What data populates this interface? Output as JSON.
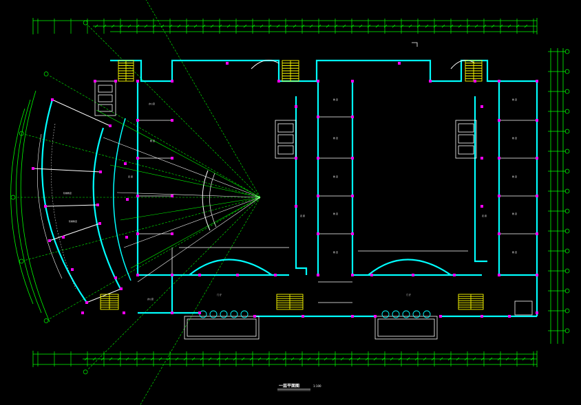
{
  "drawing": {
    "title": "一层平面图",
    "scale": "1:100"
  },
  "rooms": [
    {
      "id": "r1",
      "label": "教 室"
    },
    {
      "id": "r2",
      "label": "教 室"
    },
    {
      "id": "r3",
      "label": "教 室"
    },
    {
      "id": "r4",
      "label": "教 室"
    },
    {
      "id": "r5",
      "label": "教 室"
    },
    {
      "id": "r6",
      "label": "教 室"
    },
    {
      "id": "r7",
      "label": "教 室"
    },
    {
      "id": "r8",
      "label": "教 室"
    },
    {
      "id": "r9",
      "label": "教 室"
    },
    {
      "id": "r10",
      "label": "教 室"
    },
    {
      "id": "r11",
      "label": "教 室"
    },
    {
      "id": "r12",
      "label": "走 廊"
    },
    {
      "id": "r13",
      "label": "走 廊"
    },
    {
      "id": "r14",
      "label": "走 廊"
    },
    {
      "id": "r15",
      "label": "门 厅"
    },
    {
      "id": "r16",
      "label": "门 厅"
    },
    {
      "id": "r17",
      "label": "阶梯教室"
    },
    {
      "id": "r18",
      "label": "阶梯教室"
    },
    {
      "id": "r19",
      "label": "办公室"
    },
    {
      "id": "r20",
      "label": "办公室"
    }
  ],
  "colors": {
    "wall": "#00ffff",
    "dimension": "#00ff00",
    "column": "#ff00ff",
    "stair": "#ffff00",
    "thin": "#ffffff",
    "background": "#000000"
  }
}
